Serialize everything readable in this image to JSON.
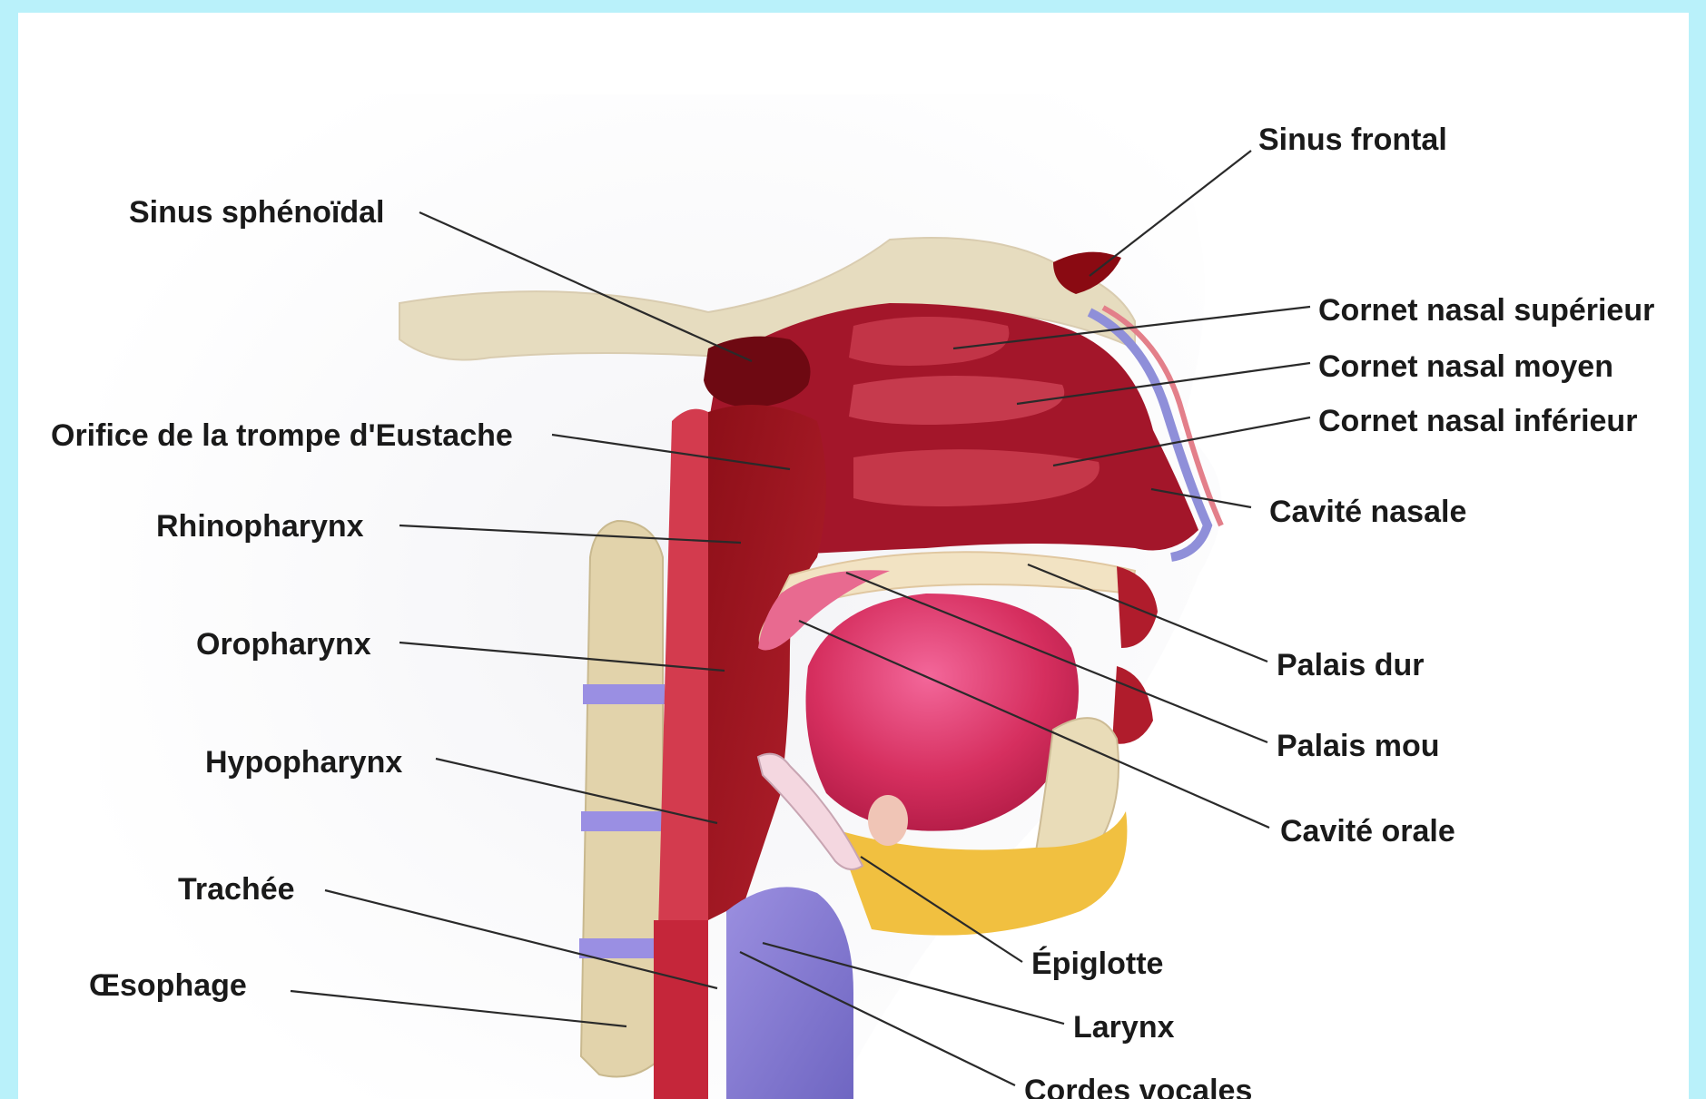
{
  "palette": {
    "background": "#b9f1fa",
    "panel": "#ffffff",
    "tissue_dark": "#7a0c14",
    "tissue_mid": "#b01c2c",
    "tissue_pink": "#e64a78",
    "bone": "#e6dcbf",
    "cartilage_blue": "#8f8fd9",
    "fat_yellow": "#f1c040"
  },
  "labels": {
    "sinus_sphenoidal": "Sinus sphénoïdal",
    "sinus_frontal": "Sinus frontal",
    "cornet_superieur": "Cornet nasal supérieur",
    "cornet_moyen": "Cornet nasal moyen",
    "cornet_inferieur": "Cornet nasal inférieur",
    "orifice_eustache": "Orifice de la trompe d'Eustache",
    "cavite_nasale": "Cavité nasale",
    "rhinopharynx": "Rhinopharynx",
    "palais_dur": "Palais dur",
    "oropharynx": "Oropharynx",
    "palais_mou": "Palais mou",
    "hypopharynx": "Hypopharynx",
    "cavite_orale": "Cavité orale",
    "trachee": "Trachée",
    "epiglotte": "Épiglotte",
    "oesophage": "Œsophage",
    "larynx": "Larynx",
    "cordes_vocales": "Cordes vocales"
  }
}
